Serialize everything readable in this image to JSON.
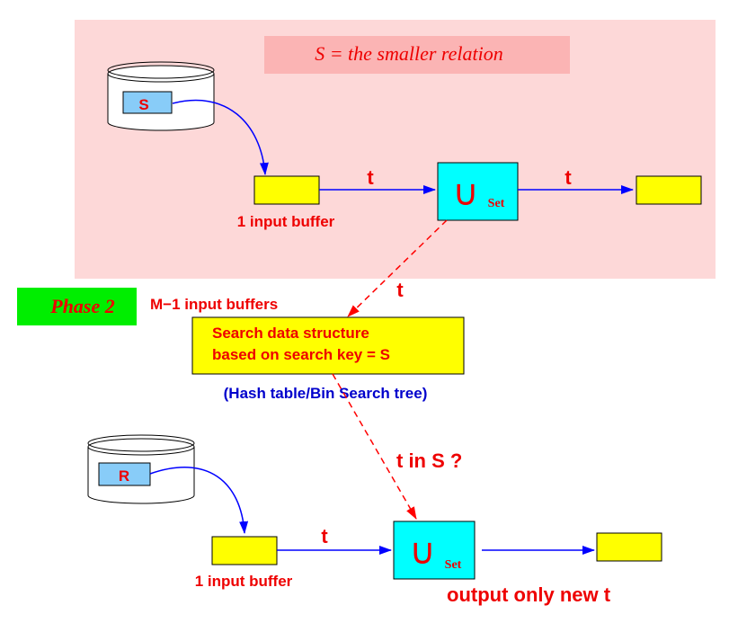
{
  "title_box": "S = the smaller relation",
  "phase_label": "Phase 2",
  "top_flow": {
    "relation": "S",
    "buffer_label": "1 input buffer",
    "arrow1_label": "t",
    "operator_symbol": "∪",
    "operator_sub": "Set",
    "arrow2_label": "t",
    "dashed_label": "t"
  },
  "search_structure": {
    "caption_above": "M−1 input buffers",
    "line1": "Search data structure",
    "line2": "based on search key = S",
    "caption_below": "(Hash table/Bin Search tree)"
  },
  "bottom_flow": {
    "relation": "R",
    "buffer_label": "1 input buffer",
    "arrow1_label": "t",
    "operator_symbol": "∪",
    "operator_sub": "Set",
    "probe_label": "t in S ?",
    "output_label": "output only new t"
  },
  "colors": {
    "pink_region": "#fdd8d8",
    "title_box": "#fbb4b4",
    "phase_green": "#00ee00",
    "buffer_yellow": "#ffff00",
    "operator_cyan": "#00ffff",
    "relation_blue": "#88ccf8",
    "arrow_blue": "#0000ff",
    "dashed_red": "#ff0000",
    "text_red": "#ee0000",
    "text_blue": "#0000cc"
  }
}
